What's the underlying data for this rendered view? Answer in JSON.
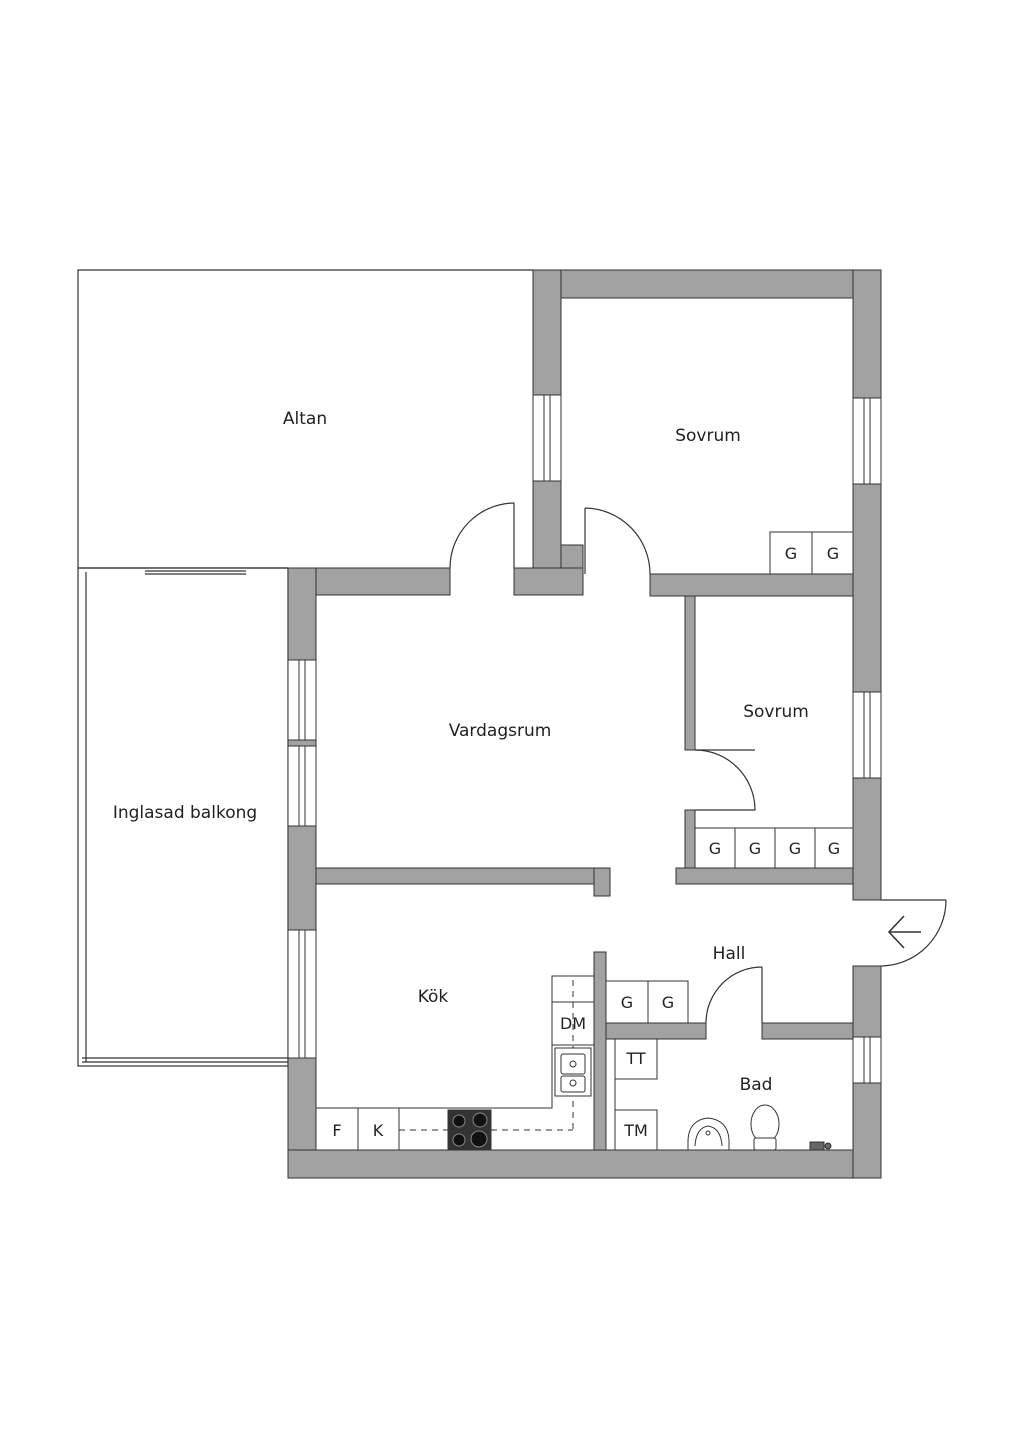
{
  "rooms": {
    "altan": "Altan",
    "sovrum_1": "Sovrum",
    "sovrum_2": "Sovrum",
    "vardagsrum": "Vardagsrum",
    "inglasad_balkong": "Inglasad balkong",
    "kok": "Kök",
    "hall": "Hall",
    "bad": "Bad"
  },
  "fixtures": {
    "garderob": "G",
    "diskmaskin": "DM",
    "frys": "F",
    "kyl": "K",
    "tvattmaskin": "TT",
    "torktumlare": "TM"
  },
  "colors": {
    "wall": "#a2a2a2",
    "line": "#333333",
    "background": "#ffffff"
  },
  "icons": {
    "entrance": "arrow-left-icon",
    "stove": "stove-icon",
    "sink": "sink-icon",
    "washbasin": "washbasin-icon",
    "toilet": "toilet-icon",
    "faucet": "faucet-icon"
  }
}
